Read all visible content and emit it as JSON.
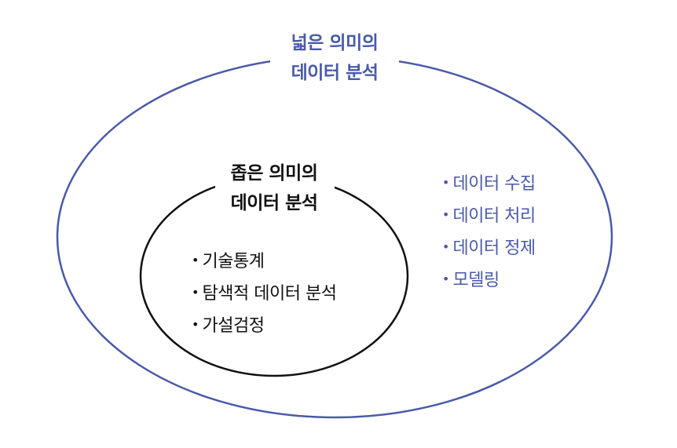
{
  "outer": {
    "title_line1": "넓은 의미의",
    "title_line2": "데이터 분석",
    "items": [
      "데이터 수집",
      "데이터 처리",
      "데이터 정제",
      "모델링"
    ],
    "color": "#4a5aa8"
  },
  "inner": {
    "title_line1": "좁은 의미의",
    "title_line2": "데이터 분석",
    "items": [
      "기술통계",
      "탐색적 데이터 분석",
      "가설검정"
    ],
    "color": "#111111"
  }
}
